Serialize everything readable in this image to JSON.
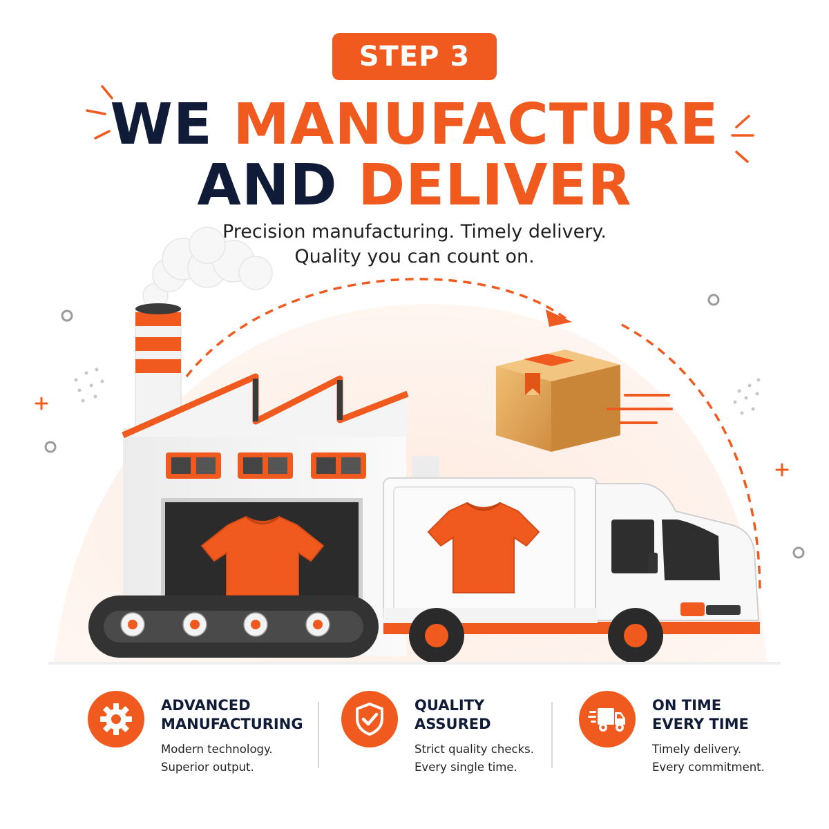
{
  "badge": {
    "label": "STEP 3"
  },
  "headline": {
    "line1_dark": "WE",
    "line1_accent": "MANUFACTURE",
    "line2_dark": "AND",
    "line2_accent": "DELIVER"
  },
  "subtitle": {
    "line1": "Precision manufacturing. Timely delivery.",
    "line2": "Quality you can count on."
  },
  "features": [
    {
      "icon": "gear-icon",
      "title_line1": "ADVANCED",
      "title_line2": "MANUFACTURING",
      "desc_line1": "Modern technology.",
      "desc_line2": "Superior output."
    },
    {
      "icon": "shield-check-icon",
      "title_line1": "QUALITY",
      "title_line2": "ASSURED",
      "desc_line1": "Strict quality checks.",
      "desc_line2": "Every single time."
    },
    {
      "icon": "delivery-truck-icon",
      "title_line1": "ON TIME",
      "title_line2": "EVERY TIME",
      "desc_line1": "Timely delivery.",
      "desc_line2": "Every commitment."
    }
  ],
  "colors": {
    "accent": "#f15a1f",
    "navy": "#101b37",
    "box": "#e0a55a"
  }
}
